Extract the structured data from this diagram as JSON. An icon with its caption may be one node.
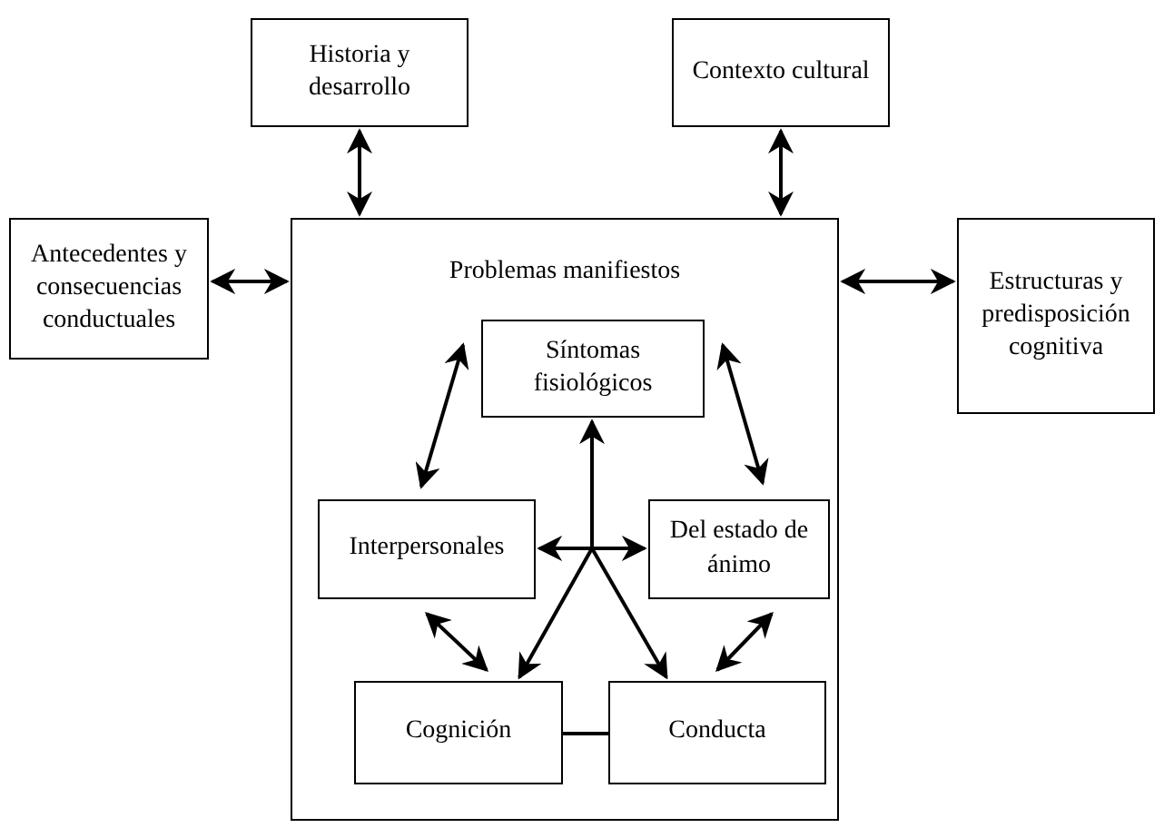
{
  "diagram": {
    "nodes": [
      {
        "text": [
          "Historia y desarrollo"
        ]
      },
      {
        "text": [
          "Contexto cultural"
        ]
      },
      {
        "text": [
          "Antecedentes y consecuencias conductuales"
        ]
      },
      {
        "text": [
          "Problemas manifiestos"
        ]
      },
      {
        "text": [
          "Estructuras y predisposición cognitiva"
        ]
      },
      {
        "text": [
          "Síntomas fisiológicos"
        ],
        "in": 3
      },
      {
        "text": [
          "Interpersonales"
        ],
        "in": 3
      },
      {
        "text": [
          "Del estado de ánimo"
        ],
        "in": 3
      },
      {
        "text": [
          "Cognición"
        ],
        "in": 3
      },
      {
        "text": [
          "Conducta"
        ],
        "in": 3
      }
    ],
    "edges": [
      {
        "from": 0,
        "to": 3,
        "arrow": "both"
      },
      {
        "from": 1,
        "to": 3,
        "arrow": "both"
      },
      {
        "from": 2,
        "to": 3,
        "arrow": "both"
      },
      {
        "from": 4,
        "to": 3,
        "arrow": "both"
      },
      {
        "from": 5,
        "to": 6,
        "arrow": "both"
      },
      {
        "from": 5,
        "to": 7,
        "arrow": "both"
      },
      {
        "from": 6,
        "to": 8,
        "arrow": "both"
      },
      {
        "from": 7,
        "to": 9,
        "arrow": "both"
      },
      {
        "from": 8,
        "to": 9,
        "arrow": "none"
      },
      {
        "from": null,
        "to": 5,
        "arrow": "to"
      },
      {
        "from": null,
        "to": 6,
        "arrow": "to"
      },
      {
        "from": null,
        "to": 7,
        "arrow": "to"
      },
      {
        "from": null,
        "to": 8,
        "arrow": "to"
      },
      {
        "from": null,
        "to": 9,
        "arrow": "to"
      }
    ]
  }
}
